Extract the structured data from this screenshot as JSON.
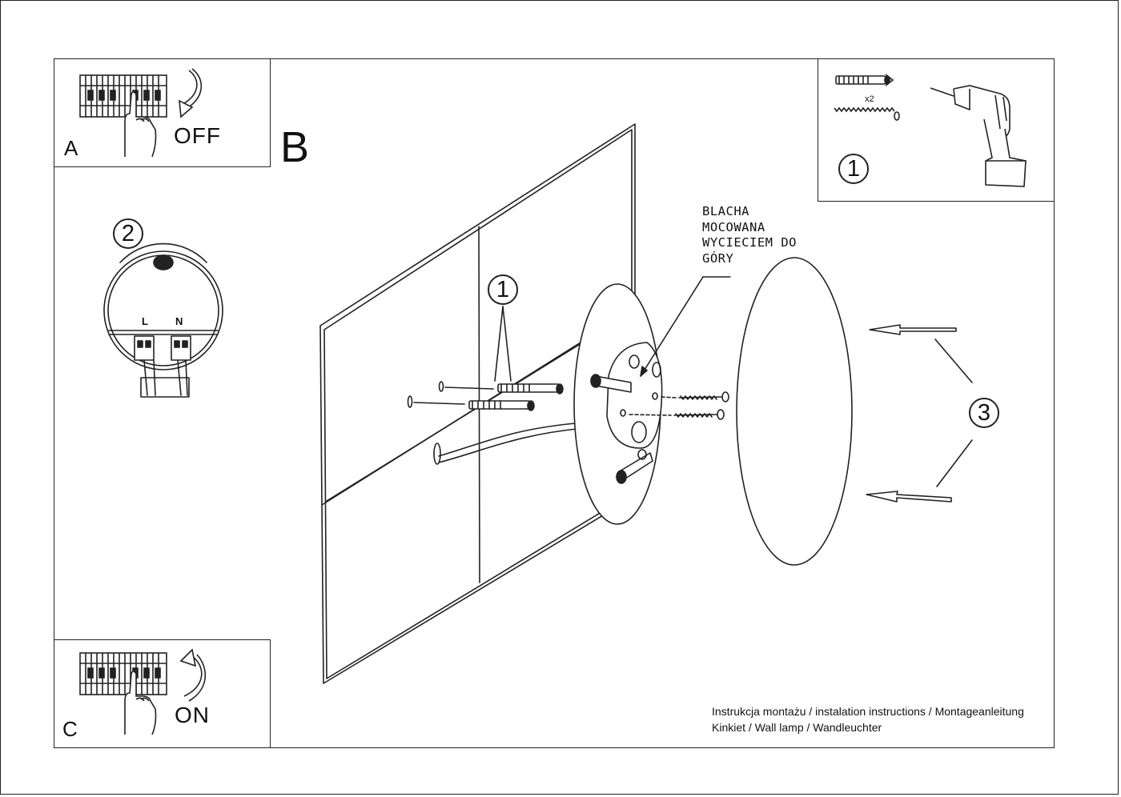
{
  "panels": {
    "a": {
      "letter": "A",
      "action": "OFF"
    },
    "b": {
      "letter": "B"
    },
    "c": {
      "letter": "C",
      "action": "ON"
    }
  },
  "steps": {
    "tools": "1",
    "wiring": "2",
    "plugs": "1",
    "cover": "3"
  },
  "tools": {
    "quantity": "x2"
  },
  "wiring": {
    "terminal_l": "L",
    "terminal_n": "N"
  },
  "note": {
    "lines": [
      "BLACHA",
      "MOCOWANA",
      "WYCIECIEM DO",
      "GÓRY"
    ]
  },
  "footer": {
    "line1": "Instrukcja montażu / instalation instructions / Montageanleitung",
    "line2": "Kinkiet / Wall lamp / Wandleuchter"
  },
  "icons": [
    "circuit-breaker-icon",
    "hand-icon",
    "curved-arrow-icon",
    "wall-plug-icon",
    "screw-icon",
    "drill-icon",
    "terminal-block-icon",
    "mounting-plate-icon",
    "lamp-cover-icon"
  ]
}
